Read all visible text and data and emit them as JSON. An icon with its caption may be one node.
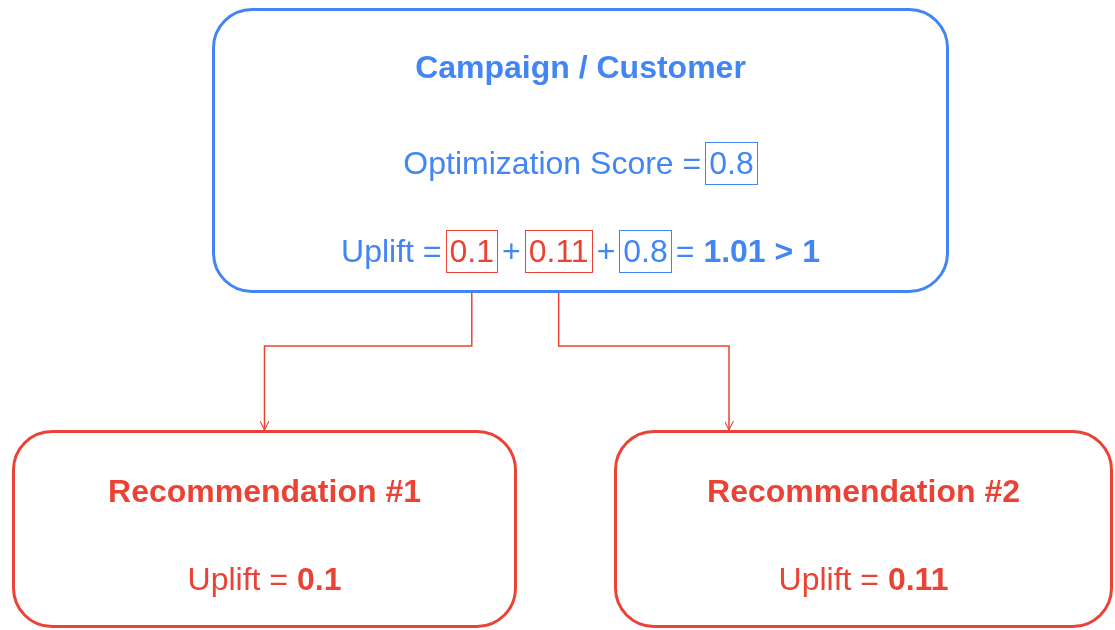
{
  "diagram": {
    "nodes": [
      {
        "text": [
          "Campaign / Customer",
          "Optimization Score =",
          "Uplift =",
          "+",
          "+",
          "= **1.01 > 1**"
        ]
      },
      {
        "text": [
          "0.8"
        ],
        "in": 0
      },
      {
        "text": [
          "0.1"
        ],
        "in": 0
      },
      {
        "text": [
          "0.11"
        ],
        "in": 0
      },
      {
        "text": [
          "0.8"
        ],
        "in": 0
      },
      {
        "text": [
          "Recommendation #1",
          "Uplift = **0.1**"
        ]
      },
      {
        "text": [
          "Recommendation #2",
          "Uplift = **0.11**"
        ]
      }
    ],
    "edges": [
      {
        "from": 2,
        "to": 5,
        "arrow": "to"
      },
      {
        "from": 3,
        "to": 6,
        "arrow": "to"
      }
    ]
  }
}
